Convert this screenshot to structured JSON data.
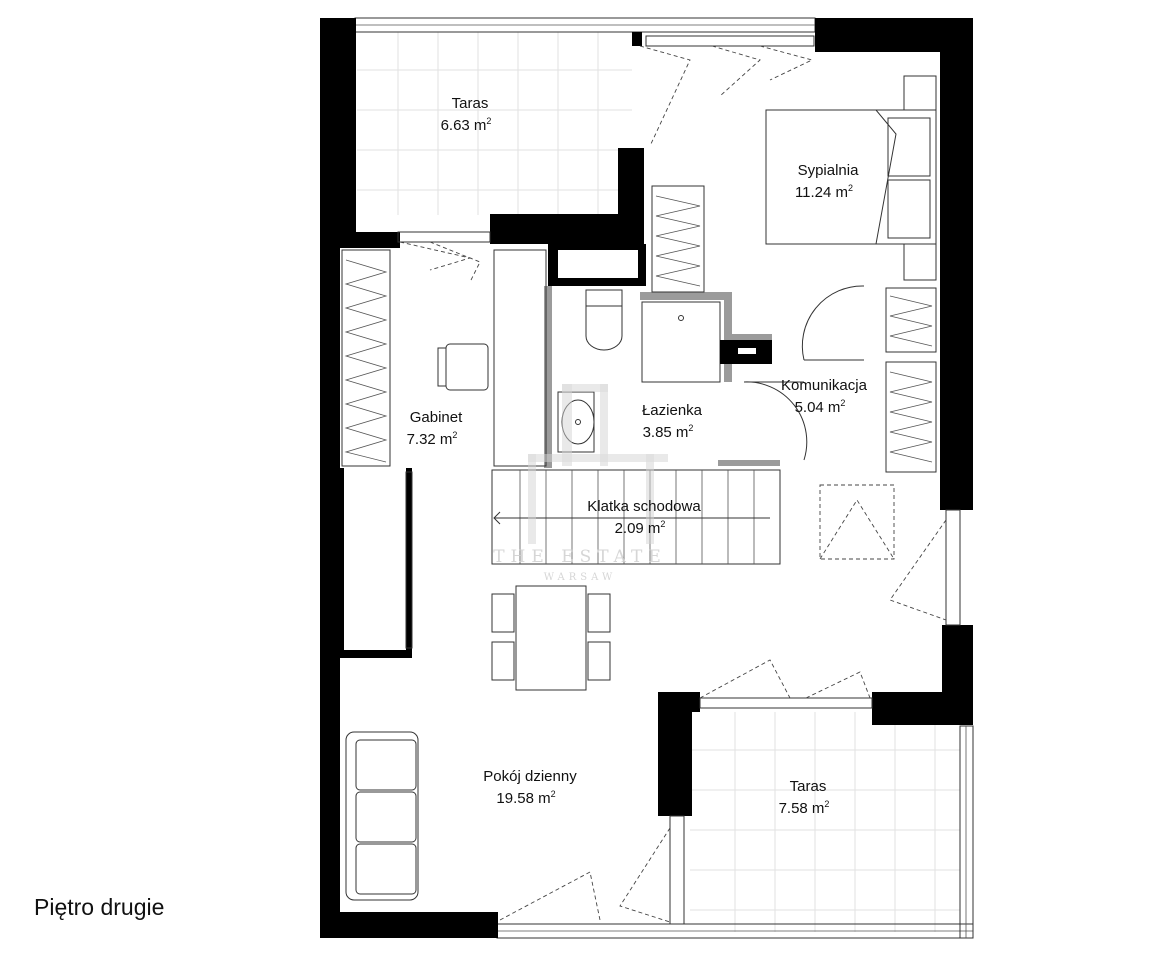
{
  "floor_title": "Piętro drugie",
  "watermark": {
    "brand": "THE ESTATE",
    "city": "WARSAW"
  },
  "rooms": [
    {
      "key": "taras_top",
      "name": "Taras",
      "area": "6.63 m",
      "unit_sup": "2"
    },
    {
      "key": "sypialnia",
      "name": "Sypialnia",
      "area": "11.24 m",
      "unit_sup": "2"
    },
    {
      "key": "gabinet",
      "name": "Gabinet",
      "area": "7.32 m",
      "unit_sup": "2"
    },
    {
      "key": "lazienka",
      "name": "Łazienka",
      "area": "3.85 m",
      "unit_sup": "2"
    },
    {
      "key": "komunikacja",
      "name": "Komunikacja",
      "area": "5.04 m",
      "unit_sup": "2"
    },
    {
      "key": "klatka",
      "name": "Klatka schodowa",
      "area": "2.09 m",
      "unit_sup": "2"
    },
    {
      "key": "pokoj",
      "name": "Pokój dzienny",
      "area": "19.58 m",
      "unit_sup": "2"
    },
    {
      "key": "taras_bottom",
      "name": "Taras",
      "area": "7.58 m",
      "unit_sup": "2"
    }
  ],
  "colors": {
    "wall": "#000000",
    "partition": "#9b9b9b",
    "line": "#333333"
  }
}
